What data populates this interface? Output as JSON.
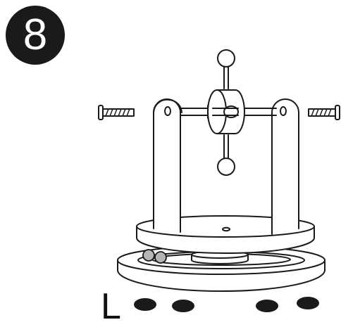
{
  "step": {
    "number": "8"
  },
  "hardware_label": "L",
  "colors": {
    "ink": "#1a1a1a",
    "paper": "#ffffff",
    "ball": "#b5b5b5"
  },
  "parts": [
    {
      "name": "left-screw",
      "icon": "screw-icon"
    },
    {
      "name": "right-screw",
      "icon": "screw-icon"
    },
    {
      "name": "gyro-rotor",
      "icon": "rotor-icon"
    },
    {
      "name": "support-uprights",
      "icon": "upright-icon"
    },
    {
      "name": "top-plate",
      "icon": "disc-icon"
    },
    {
      "name": "bearing-base",
      "icon": "bearing-icon"
    },
    {
      "name": "hardware-pads",
      "icon": "pad-icon",
      "count": 4
    }
  ]
}
